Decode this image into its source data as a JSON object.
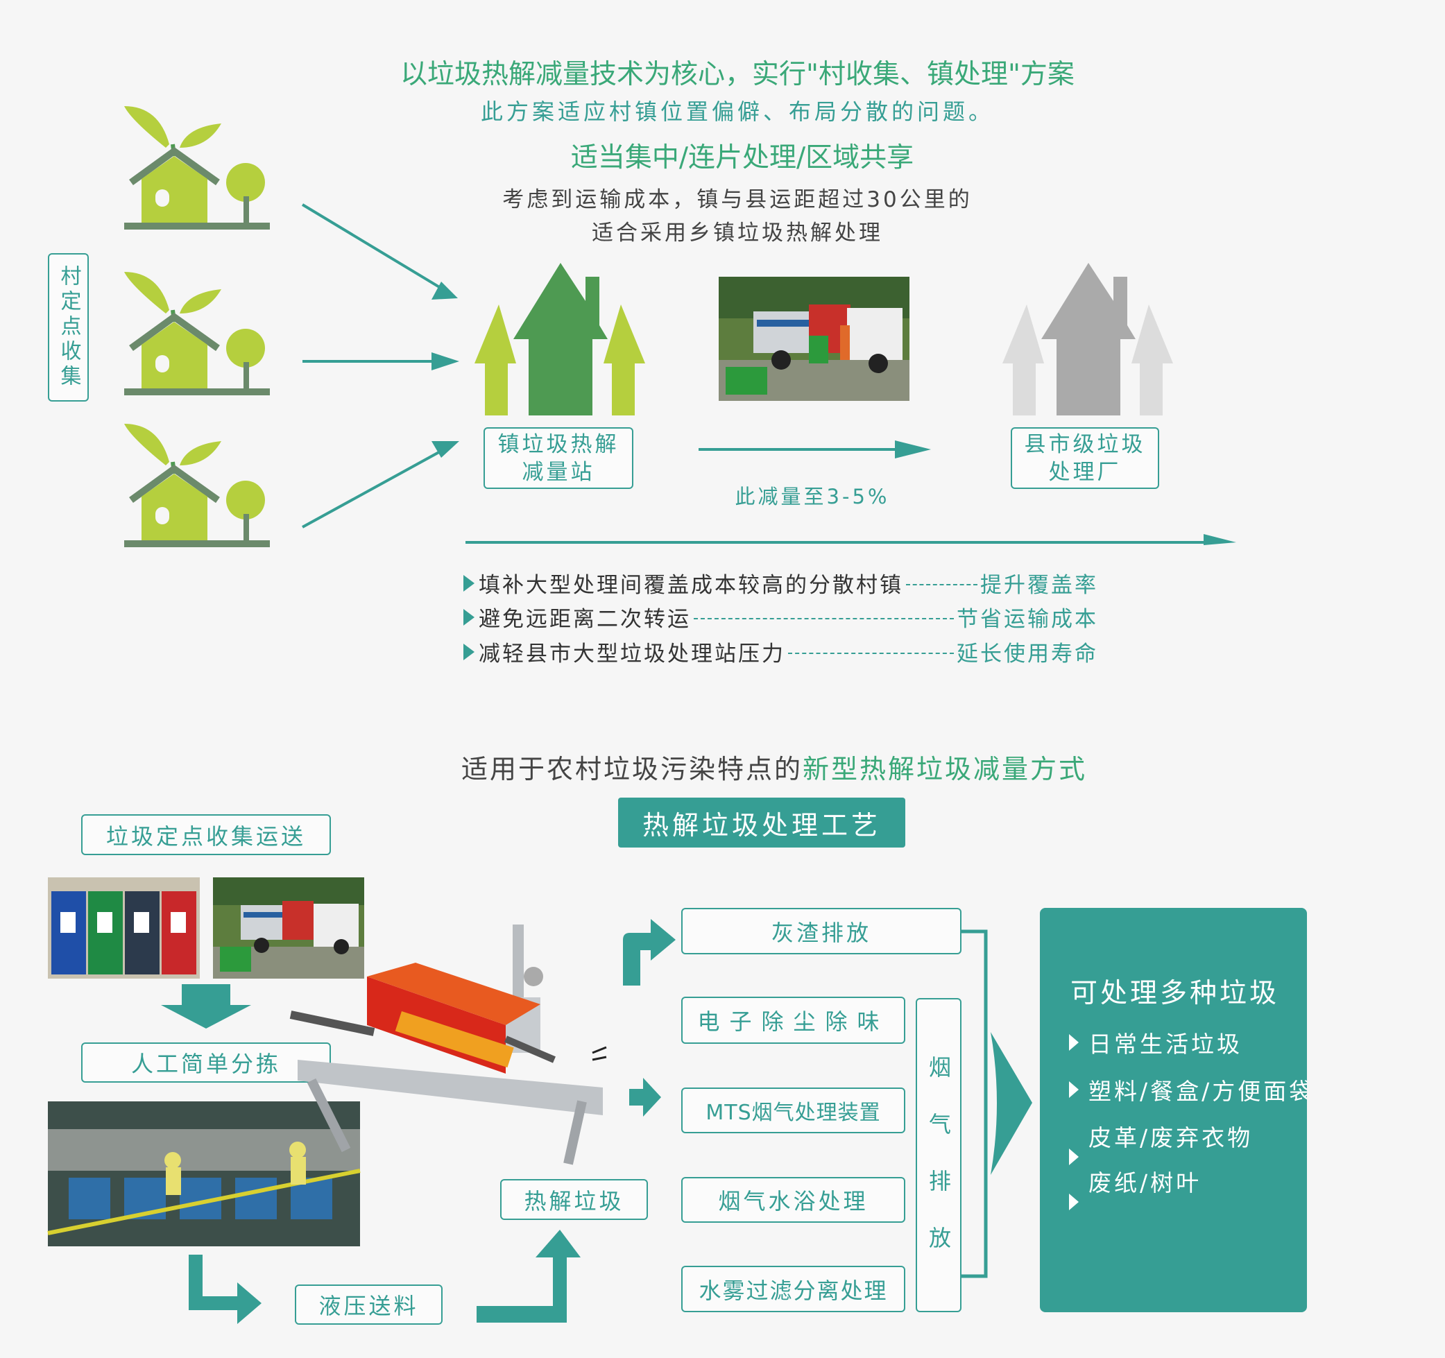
{
  "header": {
    "title": "以垃圾热解减量技术为核心，实行\"村收集、镇处理\"方案",
    "subtitle": "此方案适应村镇位置偏僻、布局分散的问题。",
    "slogan": "适当集中/连片处理/区域共享",
    "note_line1": "考虑到运输成本，镇与县运距超过30公里的",
    "note_line2": "适合采用乡镇垃圾热解处理"
  },
  "flow": {
    "village_label": "村定点收集",
    "town_station_label": "镇垃圾热解减量站",
    "county_plant_label": "县市级垃圾处理厂",
    "reduction_text": "此减量至3-5%"
  },
  "benefits": [
    {
      "text": "填补大型处理间覆盖成本较高的分散村镇",
      "result": "提升覆盖率"
    },
    {
      "text": "避免远距离二次转运",
      "result": "节省运输成本"
    },
    {
      "text": "减轻县市大型垃圾处理站压力",
      "result": "延长使用寿命"
    }
  ],
  "section2": {
    "title_prefix": "适用于农村垃圾污染特点的",
    "title_highlight": "新型热解垃圾减量方式",
    "process_button": "热解垃圾处理工艺"
  },
  "process": {
    "collect": "垃圾定点收集运送",
    "sort": "人工简单分拣",
    "feed": "液压送料",
    "pyrolysis": "热解垃圾",
    "ash": "灰渣排放",
    "electronic": "电子除尘除味",
    "mts": "MTS烟气处理装置",
    "waterbath": "烟气水浴处理",
    "mist": "水雾过滤分离处理",
    "exhaust": "烟气排放"
  },
  "capabilities": {
    "title": "可处理多种垃圾",
    "items": [
      "日常生活垃圾",
      "塑料/餐盒/方便面袋",
      "皮革/废弃衣物",
      "废纸/树叶"
    ]
  },
  "colors": {
    "teal": "#369e94",
    "green": "#3aa878",
    "lime": "#b5cf3e",
    "dark_green": "#4e9a52",
    "gray_house": "#aaaaaa"
  }
}
